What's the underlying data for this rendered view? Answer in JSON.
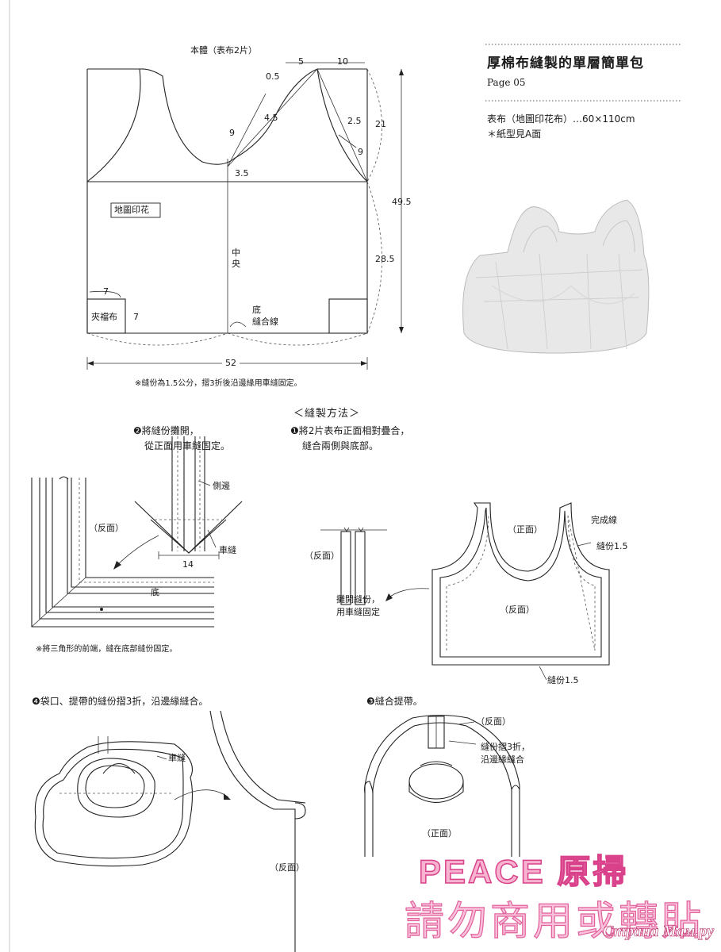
{
  "header": {
    "title": "厚棉布縫製的單層簡單包",
    "page": "Page 05",
    "material": "表布（地圖印花布）…60×110cm",
    "pattern_note": "＊紙型見A面"
  },
  "pattern": {
    "label": "本體（表布2片）",
    "fabric_label": "地圖印花",
    "center_label": "中央",
    "gusset_label": "夾襠布",
    "bottom_label": "底\n縫合線",
    "dims": {
      "d5": "5",
      "d10": "10",
      "d05": "0.5",
      "d45": "4.5",
      "d9a": "9",
      "d25": "2.5",
      "d9b": "9",
      "d21": "21",
      "d35": "3.5",
      "d495": "49.5",
      "d285": "28.5",
      "d7a": "7",
      "d7b": "7",
      "d52": "52"
    },
    "note": "※縫份為1.5公分，摺3折後沿邊緣用車縫固定。"
  },
  "method_title": "＜縫製方法＞",
  "steps": {
    "s1_line1": "❶將2片表布正面相對疊合，",
    "s1_line2": "縫合兩側與底部。",
    "s2_line1": "❷將縫份攤開，",
    "s2_line2": "從正面用車縫固定。",
    "s3": "❸縫合提帶。",
    "s4": "❹袋口、提帶的縫份摺3折，沿邊緣縫合。"
  },
  "labels": {
    "wrong_side": "（反面）",
    "right_side": "（正面）",
    "side_edge": "側邊",
    "stitch": "車縫",
    "fourteen": "14",
    "bottom": "底",
    "triangle_note": "※將三角形的前端，縫在底部縫份固定。",
    "open_seam": "攤開縫份，",
    "stitch_fix": "用車縫固定",
    "finish_line": "完成線",
    "seam15a": "縫份1.5",
    "seam15b": "縫份1.5",
    "fold3_line1": "縫份摺3折，",
    "fold3_line2": "沿邊緣縫合"
  },
  "watermark": {
    "line1": "PEACE  原掃",
    "line2": "請勿商用或轉貼",
    "site": "Страна Мам.ру"
  }
}
